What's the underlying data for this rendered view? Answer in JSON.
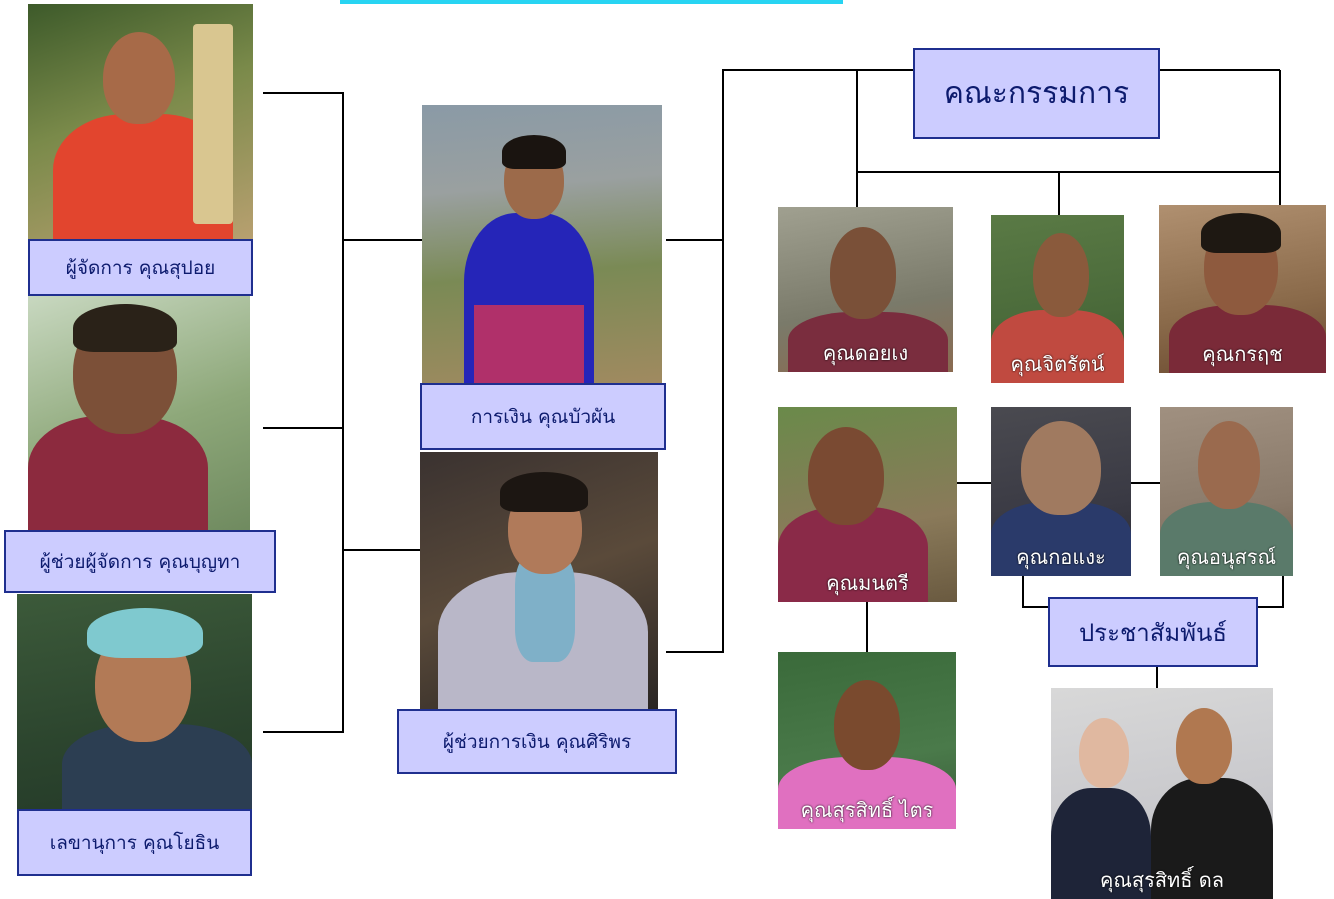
{
  "chart": {
    "committee": "คณะกรรมการ",
    "public_relations": "ประชาสัมพันธ์",
    "staff": {
      "manager": "ผู้จัดการ คุณสุปอย",
      "assistant_manager": "ผู้ช่วยผู้จัดการ คุณบุญทา",
      "secretary": "เลขานุการ คุณโยธิน",
      "finance": "การเงิน คุณบัวผัน",
      "assistant_finance": "ผู้ช่วยการเงิน คุณศิริพร"
    },
    "members": {
      "doi_ngae": "คุณดอยเง",
      "jitrat": "คุณจิตรัตน์",
      "kroot": "คุณกรฤช",
      "montri": "คุณมนตรี",
      "gonae": "คุณกอแงะ",
      "anusorn": "คุณอนุสรณ์",
      "surasit_trai": "คุณสุรสิทธิ์ ไตร",
      "surasit_don": "คุณสุรสิทธิ์ ดล"
    }
  }
}
